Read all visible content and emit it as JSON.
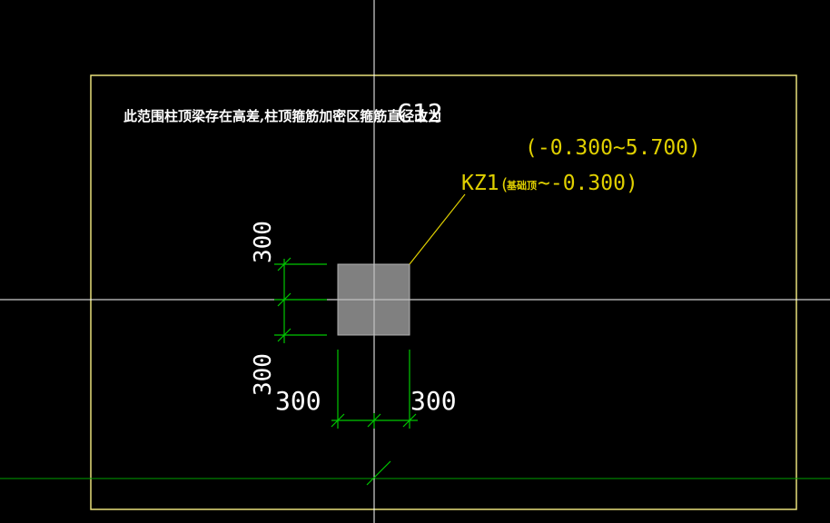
{
  "note": {
    "text_cn": "此范围柱顶梁存在高差,柱顶箍筋加密区箍筋直径改为",
    "text_rebar": "C12"
  },
  "column": {
    "label_height": "(-0.300~5.700)",
    "label_id": "KZ1",
    "label_paren_open": "(",
    "label_small": "基础顶",
    "label_tail": "~-0.300)"
  },
  "dimensions": {
    "left_upper": "300",
    "left_lower": "300",
    "bottom_left": "300",
    "bottom_right": "300"
  },
  "colors": {
    "background": "#000000",
    "boundary": "#e8e07a",
    "leader": "#e0d000",
    "dimension": "#00c800",
    "crosshair": "#ffffff",
    "column_fill": "#808080",
    "text": "#ffffff"
  }
}
